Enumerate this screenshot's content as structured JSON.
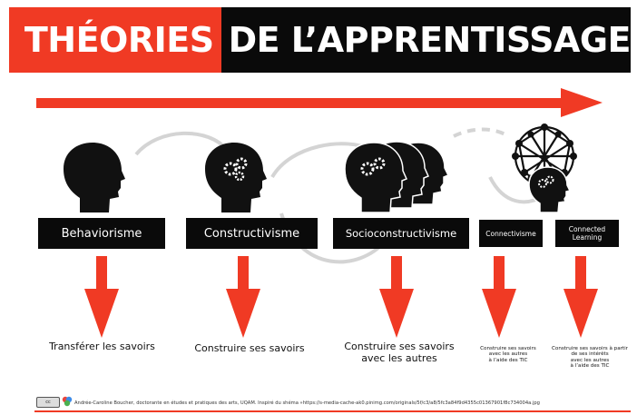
{
  "title": {
    "part1": "THÉORIES",
    "part2": "DE L’APPRENTISSAGE"
  },
  "colors": {
    "accent": "#f03a24",
    "dark": "#0a0a0a"
  },
  "stages": [
    {
      "label": "Behaviorisme",
      "caption": "Transférer les savoirs"
    },
    {
      "label": "Constructivisme",
      "caption": "Construire ses savoirs"
    },
    {
      "label": "Socioconstructivisme",
      "caption_line1": "Construire ses savoirs",
      "caption_line2": "avec les autres"
    },
    {
      "label": "Connectivisme",
      "caption_line1": "Construire ses savoirs",
      "caption_line2": "avec les autres",
      "caption_line3": "à l’aide des TIC"
    },
    {
      "label_line1": "Connected",
      "label_line2": "Learning",
      "caption_line1": "Construire ses savoirs à partir",
      "caption_line2": "de ses intérêts",
      "caption_line3": "avec les autres",
      "caption_line4": "à l’aide des TIC"
    }
  ],
  "credit": "Andrée-Caroline Boucher, doctorante en études et pratiques des arts, UQAM. Inspiré du shéma »https://s-media-cache-ak0.pinimg.com/originals/5f/c3/a8/5fc3a84f9d4355c01367901f8c734004a.jpg",
  "icons": {
    "license": "creative-commons-badge",
    "logo": "color-circles-logo"
  }
}
